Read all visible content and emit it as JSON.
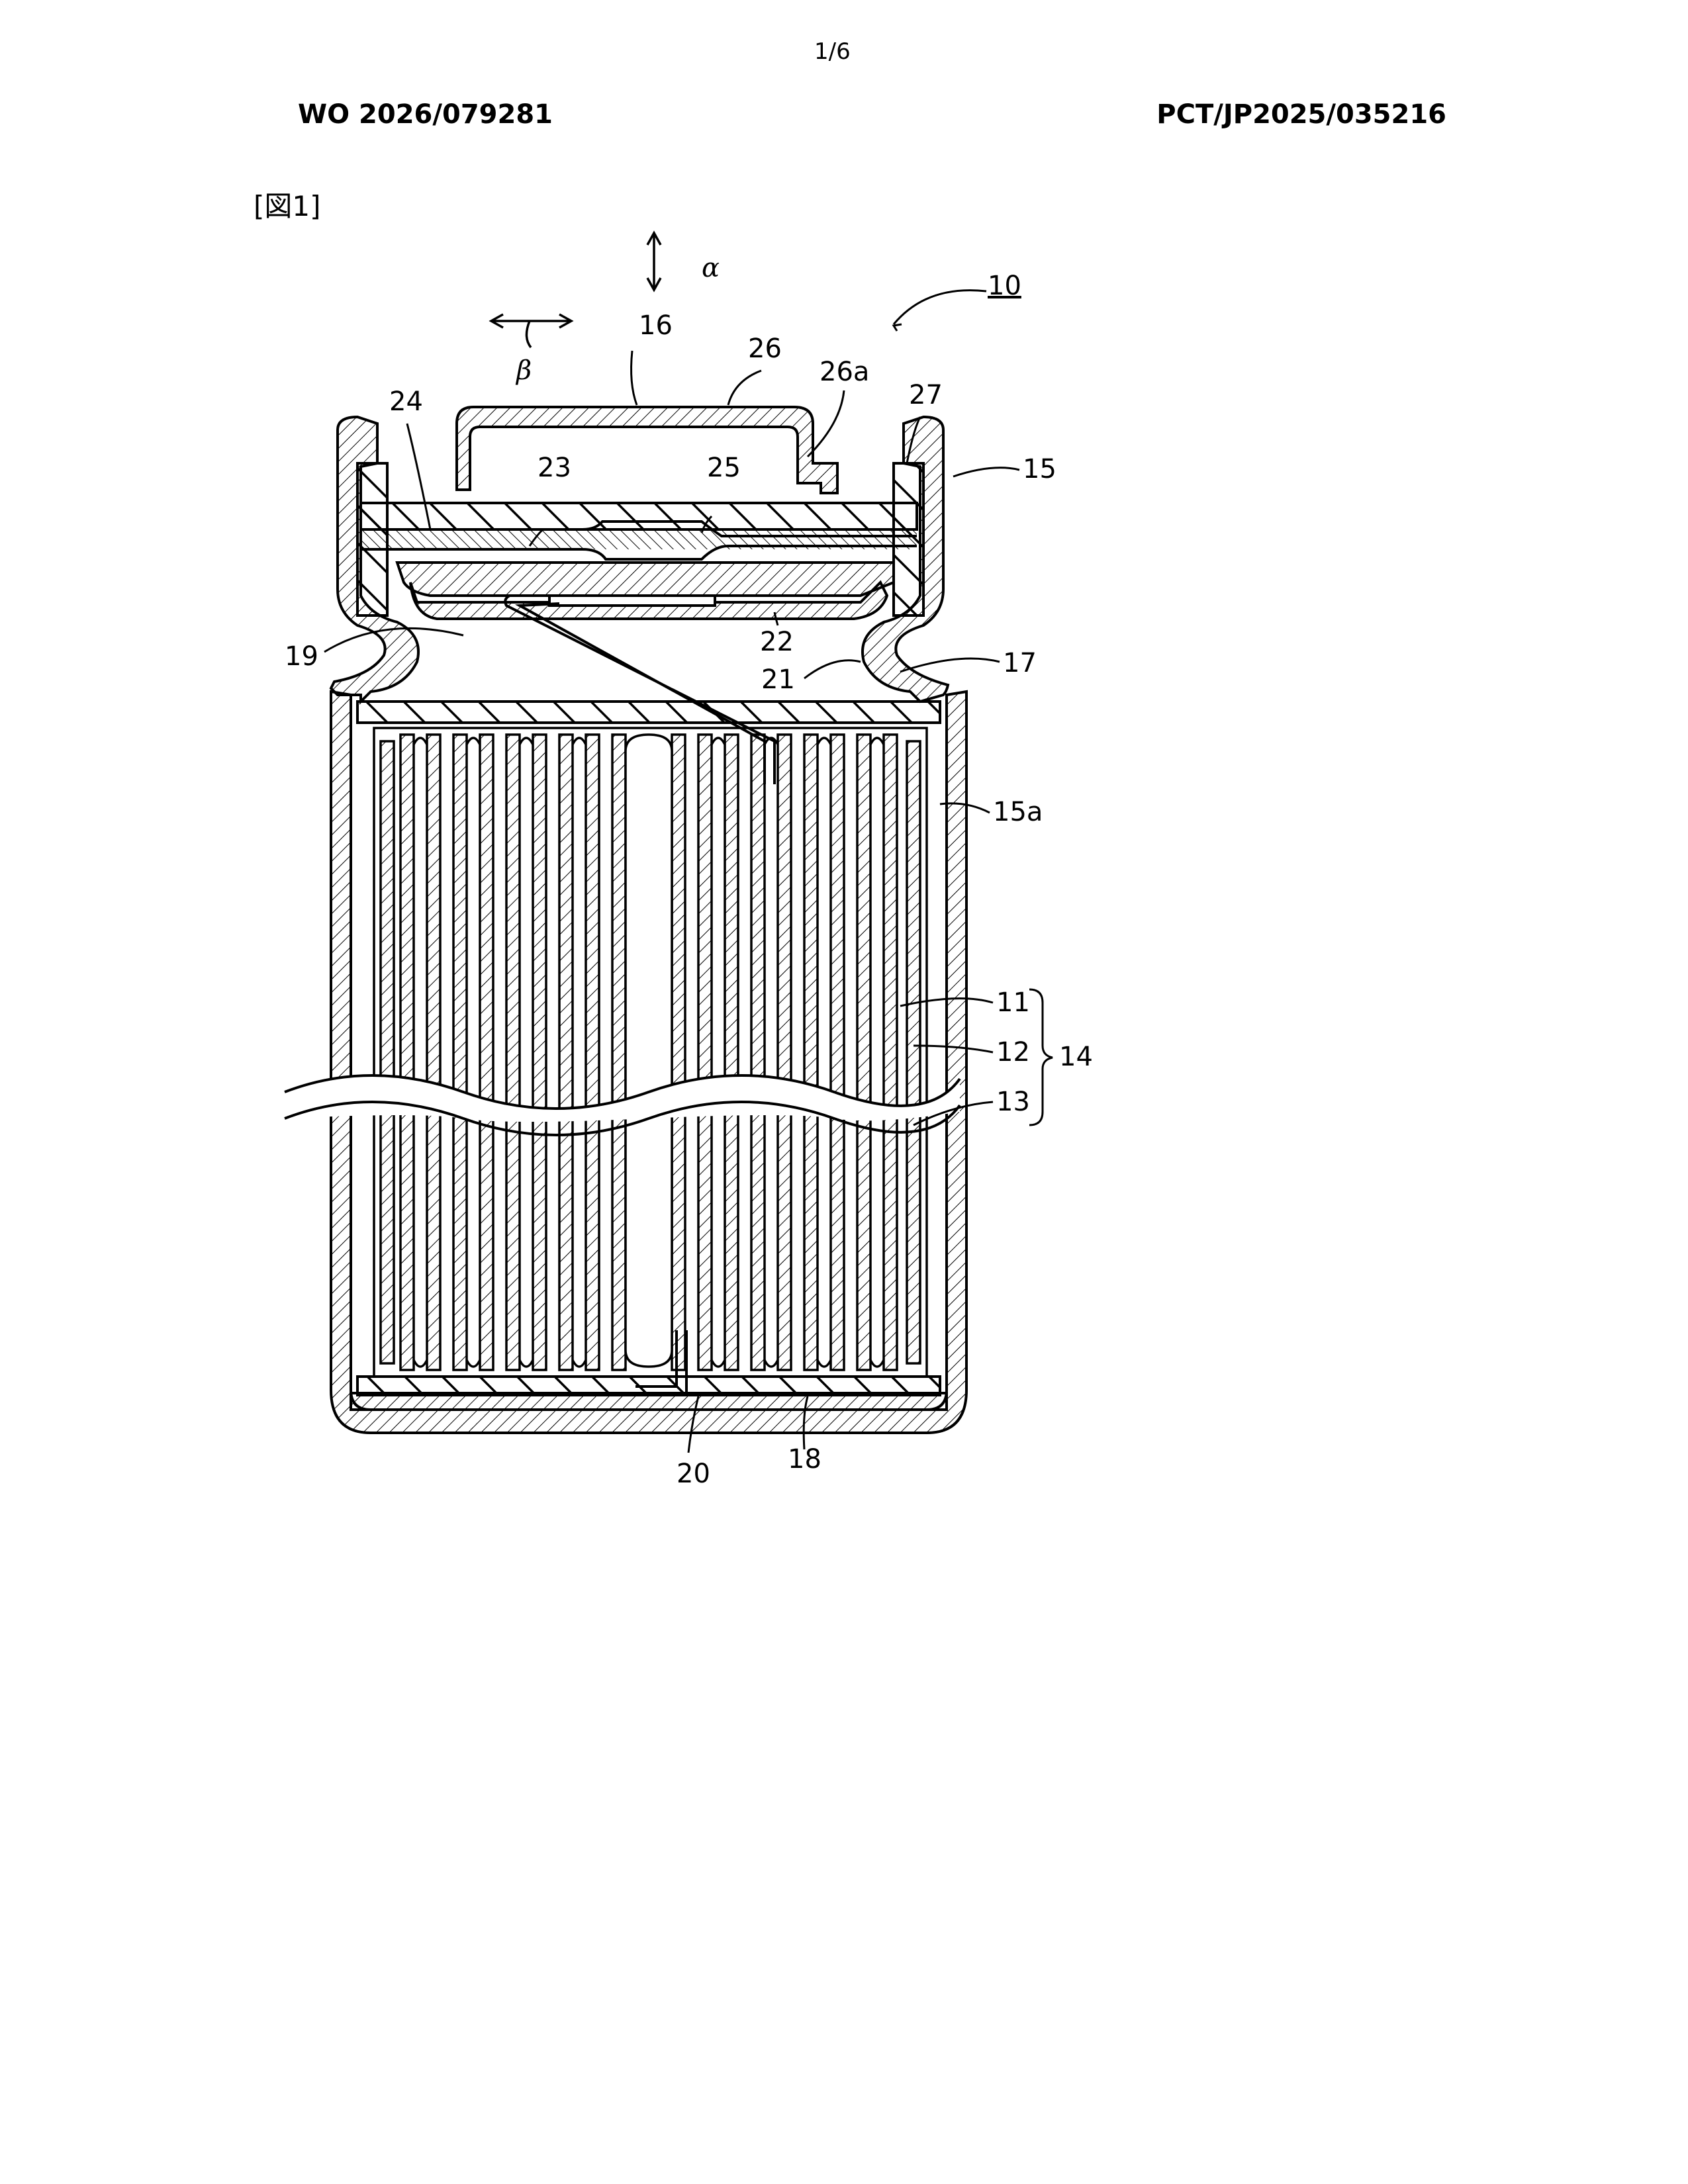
{
  "header": {
    "page_number": "1/6",
    "publication_number": "WO 2026/079281",
    "application_number": "PCT/JP2025/035216"
  },
  "figure": {
    "label": "[図1]",
    "reference_numerals": {
      "battery": "10",
      "direction_alpha": "α",
      "direction_beta": "β",
      "n11": "11",
      "n12": "12",
      "n13": "13",
      "n14": "14",
      "n15": "15",
      "n15a": "15a",
      "n16": "16",
      "n17": "17",
      "n18": "18",
      "n19": "19",
      "n20": "20",
      "n21": "21",
      "n22": "22",
      "n23": "23",
      "n24": "24",
      "n25": "25",
      "n26": "26",
      "n26a": "26a",
      "n27": "27"
    }
  },
  "colors": {
    "ink": "#000000",
    "paper": "#ffffff"
  }
}
